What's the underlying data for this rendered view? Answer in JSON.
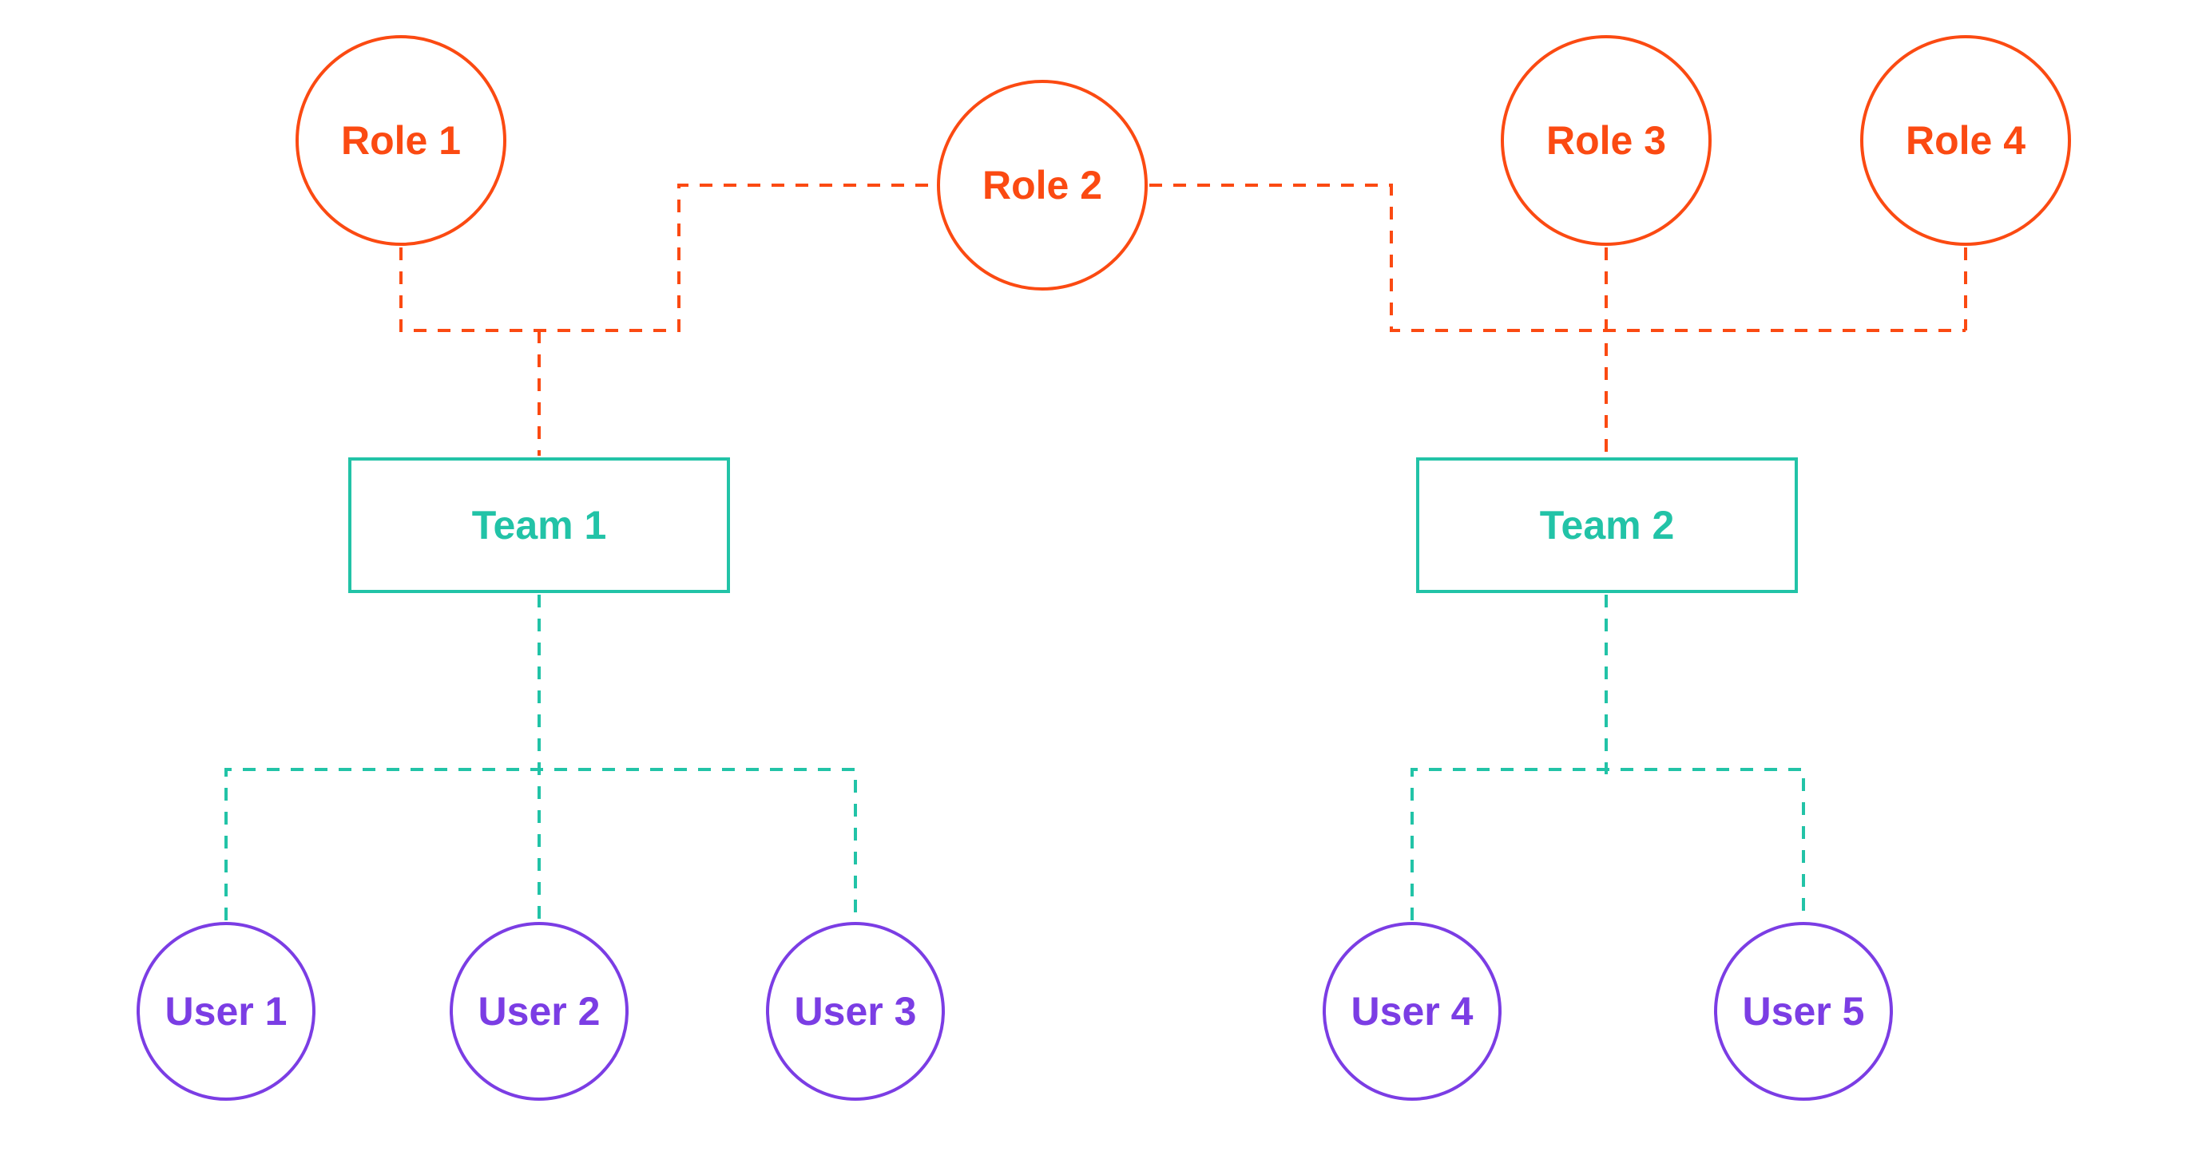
{
  "diagram": {
    "background": "#ffffff",
    "colors": {
      "role": "#FB4A12",
      "team": "#22C3A7",
      "user": "#7B3DE4"
    },
    "roles": [
      {
        "label": "Role 1"
      },
      {
        "label": "Role 2"
      },
      {
        "label": "Role 3"
      },
      {
        "label": "Role 4"
      }
    ],
    "teams": [
      {
        "label": "Team 1"
      },
      {
        "label": "Team 2"
      }
    ],
    "users": [
      {
        "label": "User 1"
      },
      {
        "label": "User 2"
      },
      {
        "label": "User 3"
      },
      {
        "label": "User 4"
      },
      {
        "label": "User 5"
      }
    ]
  }
}
